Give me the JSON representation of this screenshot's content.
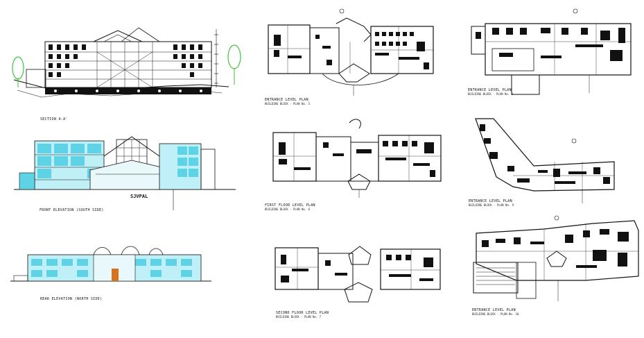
{
  "drawings": {
    "section_aa": {
      "caption": "SECTION A-A'"
    },
    "front_elevation": {
      "caption": "FRONT ELEVATION (SOUTH SIDE)",
      "stamp": "SJVPAL"
    },
    "rear_elevation": {
      "caption": "REAR ELEVATION (NORTH SIDE)"
    },
    "plan_entrance": {
      "caption": "ENTRANCE LEVEL PLAN",
      "subcaption": "BUILDING BLOCK - PLAN No. 5"
    },
    "plan_first_floor": {
      "caption": "FIRST FLOOR LEVEL PLAN",
      "subcaption": "BUILDING BLOCK - PLAN No. 6"
    },
    "plan_second_floor": {
      "caption": "SECOND FLOOR LEVEL PLAN",
      "subcaption": "BUILDING BLOCK - PLAN No. 7"
    },
    "plan_right_top": {
      "caption": "ENTRANCE LEVEL PLAN",
      "subcaption": "BUILDING BLOCK - PLAN No. 8"
    },
    "plan_right_mid": {
      "caption": "ENTRANCE LEVEL PLAN",
      "subcaption": "BUILDING BLOCK - PLAN No. 9"
    },
    "plan_right_bottom": {
      "caption": "ENTRANCE LEVEL PLAN",
      "subcaption": "BUILDING BLOCK - PLAN No. 10"
    }
  },
  "colors": {
    "line": "#111111",
    "glass": "#5fd3e6",
    "glass_light": "#bfeff7",
    "tree": "#3ec43e",
    "accent": "#d9731a"
  }
}
